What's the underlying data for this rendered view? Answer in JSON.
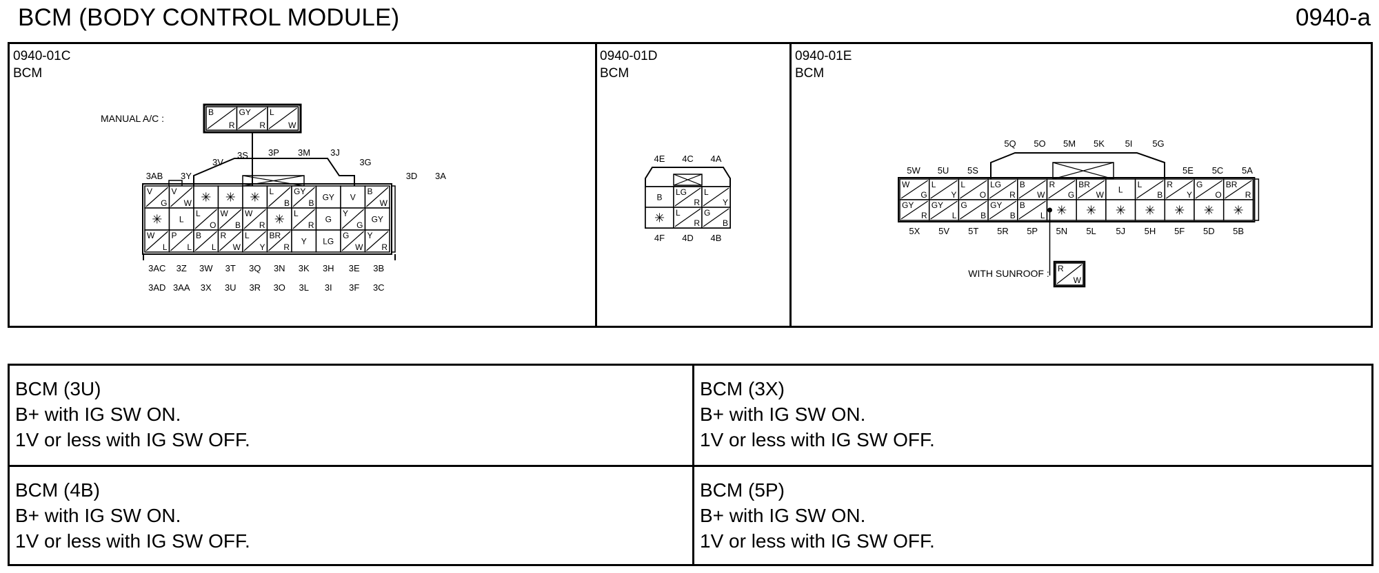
{
  "header": {
    "title": "BCM (BODY CONTROL MODULE)",
    "code": "0940-a"
  },
  "panels": [
    {
      "id": "0940-01C",
      "name": "BCM"
    },
    {
      "id": "0940-01D",
      "name": "BCM"
    },
    {
      "id": "0940-01E",
      "name": "BCM"
    }
  ],
  "connector_c": {
    "manual_ac_label": "MANUAL A/C :",
    "manual_ac_cells": [
      {
        "t": "B",
        "b": "R"
      },
      {
        "t": "GY",
        "b": "R"
      },
      {
        "t": "L",
        "b": "W"
      }
    ],
    "top_labels": [
      "3V",
      "3S",
      "3P",
      "3M",
      "3J",
      "3G",
      "3AB",
      "3Y",
      "3D",
      "3A"
    ],
    "rows": [
      [
        {
          "t": "V",
          "b": "G"
        },
        {
          "t": "V",
          "b": "W"
        },
        {
          "c": "✳"
        },
        {
          "c": "✳"
        },
        {
          "c": "✳"
        },
        {
          "t": "L",
          "b": "B"
        },
        {
          "t": "GY",
          "b": "B"
        },
        {
          "c": "GY"
        },
        {
          "c": "V"
        },
        {
          "t": "B",
          "b": "W"
        }
      ],
      [
        {
          "c": "✳"
        },
        {
          "c": "L"
        },
        {
          "t": "L",
          "b": "O"
        },
        {
          "t": "W",
          "b": "B"
        },
        {
          "t": "W",
          "b": "R"
        },
        {
          "c": "✳"
        },
        {
          "t": "L",
          "b": "R"
        },
        {
          "c": "G"
        },
        {
          "t": "Y",
          "b": "G"
        },
        {
          "c": "GY"
        }
      ],
      [
        {
          "t": "W",
          "b": "L"
        },
        {
          "t": "P",
          "b": "L"
        },
        {
          "t": "B",
          "b": "L"
        },
        {
          "t": "R",
          "b": "W"
        },
        {
          "t": "L",
          "b": "Y"
        },
        {
          "t": "BR",
          "b": "R"
        },
        {
          "c": "Y"
        },
        {
          "c": "LG"
        },
        {
          "t": "G",
          "b": "W"
        },
        {
          "t": "Y",
          "b": "R"
        }
      ]
    ],
    "bottom_labels_1": [
      "3AC",
      "3Z",
      "3W",
      "3T",
      "3Q",
      "3N",
      "3K",
      "3H",
      "3E",
      "3B"
    ],
    "bottom_labels_2": [
      "3AD",
      "3AA",
      "3X",
      "3U",
      "3R",
      "3O",
      "3L",
      "3I",
      "3F",
      "3C"
    ]
  },
  "connector_d": {
    "top_labels": [
      "4E",
      "4C",
      "4A"
    ],
    "rows": [
      [
        {
          "c": "B"
        },
        {
          "t": "LG",
          "b": "R"
        },
        {
          "t": "L",
          "b": "Y"
        }
      ],
      [
        {
          "c": "✳"
        },
        {
          "t": "L",
          "b": "R"
        },
        {
          "t": "G",
          "b": "B"
        }
      ]
    ],
    "bottom_labels": [
      "4F",
      "4D",
      "4B"
    ]
  },
  "connector_e": {
    "top_labels_raised": [
      "5Q",
      "5O",
      "5M",
      "5K",
      "5I",
      "5G"
    ],
    "top_labels_left": [
      "5W",
      "5U",
      "5S"
    ],
    "top_labels_right": [
      "5E",
      "5C",
      "5A"
    ],
    "rows": [
      [
        {
          "t": "W",
          "b": "G"
        },
        {
          "t": "L",
          "b": "Y"
        },
        {
          "t": "L",
          "b": "O"
        },
        {
          "t": "LG",
          "b": "R"
        },
        {
          "t": "B",
          "b": "W"
        },
        {
          "t": "R",
          "b": "G"
        },
        {
          "t": "BR",
          "b": "W"
        },
        {
          "c": "L"
        },
        {
          "t": "L",
          "b": "B"
        },
        {
          "t": "R",
          "b": "Y"
        },
        {
          "t": "G",
          "b": "O"
        },
        {
          "t": "BR",
          "b": "R"
        }
      ],
      [
        {
          "t": "GY",
          "b": "R"
        },
        {
          "t": "GY",
          "b": "L"
        },
        {
          "t": "G",
          "b": "B"
        },
        {
          "t": "GY",
          "b": "B"
        },
        {
          "t": "B",
          "b": "L"
        },
        {
          "c": "✳"
        },
        {
          "c": "✳"
        },
        {
          "c": "✳"
        },
        {
          "c": "✳"
        },
        {
          "c": "✳"
        },
        {
          "c": "✳"
        },
        {
          "c": "✳"
        }
      ]
    ],
    "bottom_labels": [
      "5X",
      "5V",
      "5T",
      "5R",
      "5P",
      "5N",
      "5L",
      "5J",
      "5H",
      "5F",
      "5D",
      "5B"
    ],
    "sunroof_label": "WITH SUNROOF :",
    "sunroof_cell": {
      "t": "R",
      "b": "W"
    }
  },
  "info": [
    {
      "title": "BCM (3U)",
      "line1": "B+ with IG SW ON.",
      "line2": "1V or less with IG SW OFF."
    },
    {
      "title": "BCM (3X)",
      "line1": "B+ with IG SW ON.",
      "line2": "1V or less with IG SW OFF."
    },
    {
      "title": "BCM (4B)",
      "line1": "B+ with IG SW ON.",
      "line2": "1V or less with IG SW OFF."
    },
    {
      "title": "BCM (5P)",
      "line1": "B+ with IG SW ON.",
      "line2": "1V or less with IG SW OFF."
    }
  ]
}
